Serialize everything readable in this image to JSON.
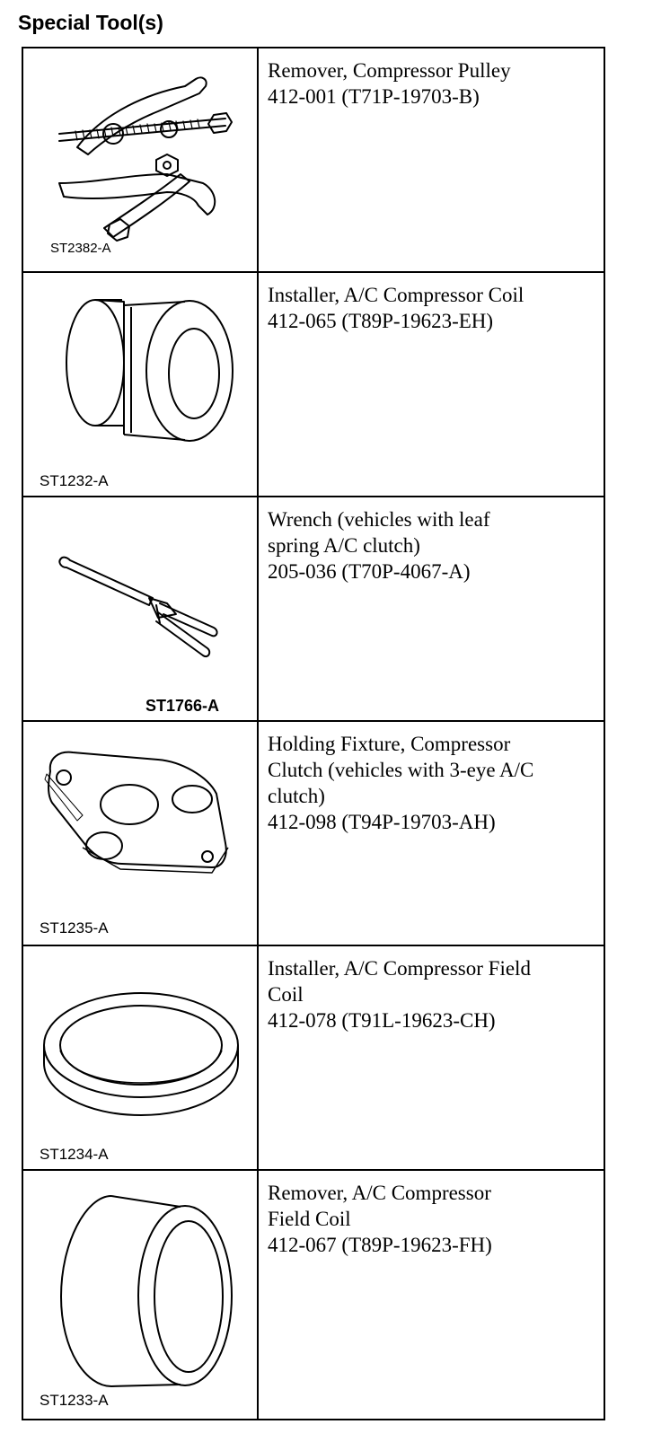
{
  "heading": "Special Tool(s)",
  "tools": [
    {
      "code": "ST2382-A",
      "illustration": "three-jaw-puller",
      "lines": [
        "Remover, Compressor Pulley",
        "412-001 (T71P-19703-B)"
      ]
    },
    {
      "code": "ST1232-A",
      "illustration": "stepped-cylinder-installer",
      "lines": [
        "Installer, A/C Compressor Coil",
        "412-065 (T89P-19623-EH)"
      ]
    },
    {
      "code": "ST1766-A",
      "illustration": "spanner-wrench",
      "lines": [
        "Wrench (vehicles with leaf",
        "spring A/C clutch)",
        "205-036 (T70P-4067-A)"
      ]
    },
    {
      "code": "ST1235-A",
      "illustration": "holding-fixture-plate",
      "lines": [
        "Holding Fixture, Compressor",
        "Clutch (vehicles with 3-eye A/C",
        "clutch)",
        "412-098 (T94P-19703-AH)"
      ]
    },
    {
      "code": "ST1234-A",
      "illustration": "ring-installer",
      "lines": [
        "Installer, A/C Compressor Field",
        "Coil",
        "412-078 (T91L-19623-CH)"
      ]
    },
    {
      "code": "ST1233-A",
      "illustration": "sleeve-remover",
      "lines": [
        "Remover, A/C Compressor",
        "Field Coil",
        "412-067 (T89P-19623-FH)"
      ]
    }
  ]
}
